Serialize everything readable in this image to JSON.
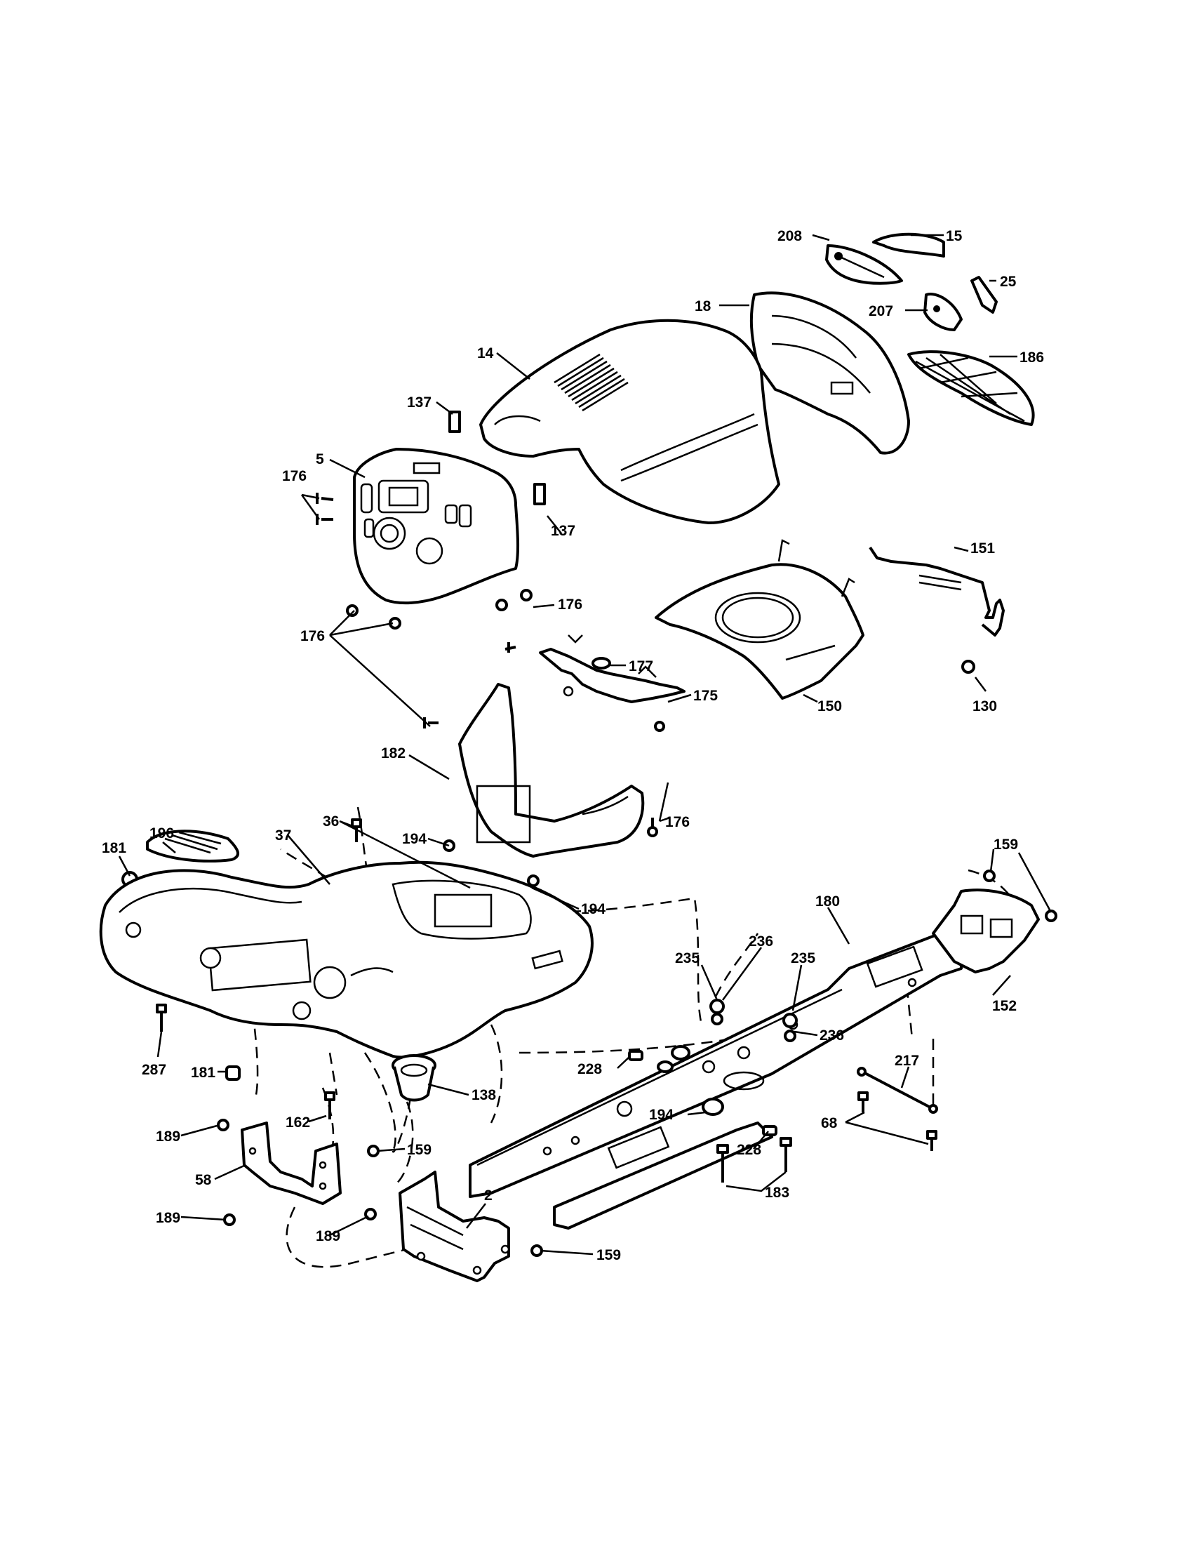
{
  "callouts": [
    {
      "id": "c-15",
      "text": "15"
    },
    {
      "id": "c-208",
      "text": "208"
    },
    {
      "id": "c-25",
      "text": "25"
    },
    {
      "id": "c-18",
      "text": "18"
    },
    {
      "id": "c-207",
      "text": "207"
    },
    {
      "id": "c-14",
      "text": "14"
    },
    {
      "id": "c-186",
      "text": "186"
    },
    {
      "id": "c-137a",
      "text": "137"
    },
    {
      "id": "c-5",
      "text": "5"
    },
    {
      "id": "c-176a",
      "text": "176"
    },
    {
      "id": "c-137b",
      "text": "137"
    },
    {
      "id": "c-151",
      "text": "151"
    },
    {
      "id": "c-176b",
      "text": "176"
    },
    {
      "id": "c-176c",
      "text": "176"
    },
    {
      "id": "c-177",
      "text": "177"
    },
    {
      "id": "c-175",
      "text": "175"
    },
    {
      "id": "c-150",
      "text": "150"
    },
    {
      "id": "c-130",
      "text": "130"
    },
    {
      "id": "c-182",
      "text": "182"
    },
    {
      "id": "c-36",
      "text": "36"
    },
    {
      "id": "c-176d",
      "text": "176"
    },
    {
      "id": "c-196",
      "text": "196"
    },
    {
      "id": "c-37",
      "text": "37"
    },
    {
      "id": "c-194a",
      "text": "194"
    },
    {
      "id": "c-181a",
      "text": "181"
    },
    {
      "id": "c-159a",
      "text": "159"
    },
    {
      "id": "c-194b",
      "text": "194"
    },
    {
      "id": "c-180",
      "text": "180"
    },
    {
      "id": "c-236a",
      "text": "236"
    },
    {
      "id": "c-235a",
      "text": "235"
    },
    {
      "id": "c-235b",
      "text": "235"
    },
    {
      "id": "c-152",
      "text": "152"
    },
    {
      "id": "c-236b",
      "text": "236"
    },
    {
      "id": "c-217",
      "text": "217"
    },
    {
      "id": "c-228a",
      "text": "228"
    },
    {
      "id": "c-287",
      "text": "287"
    },
    {
      "id": "c-181b",
      "text": "181"
    },
    {
      "id": "c-138",
      "text": "138"
    },
    {
      "id": "c-194c",
      "text": "194"
    },
    {
      "id": "c-68",
      "text": "68"
    },
    {
      "id": "c-162",
      "text": "162"
    },
    {
      "id": "c-189a",
      "text": "189"
    },
    {
      "id": "c-228b",
      "text": "228"
    },
    {
      "id": "c-159b",
      "text": "159"
    },
    {
      "id": "c-183",
      "text": "183"
    },
    {
      "id": "c-58",
      "text": "58"
    },
    {
      "id": "c-2",
      "text": "2"
    },
    {
      "id": "c-189b",
      "text": "189"
    },
    {
      "id": "c-189c",
      "text": "189"
    },
    {
      "id": "c-159c",
      "text": "159"
    }
  ]
}
